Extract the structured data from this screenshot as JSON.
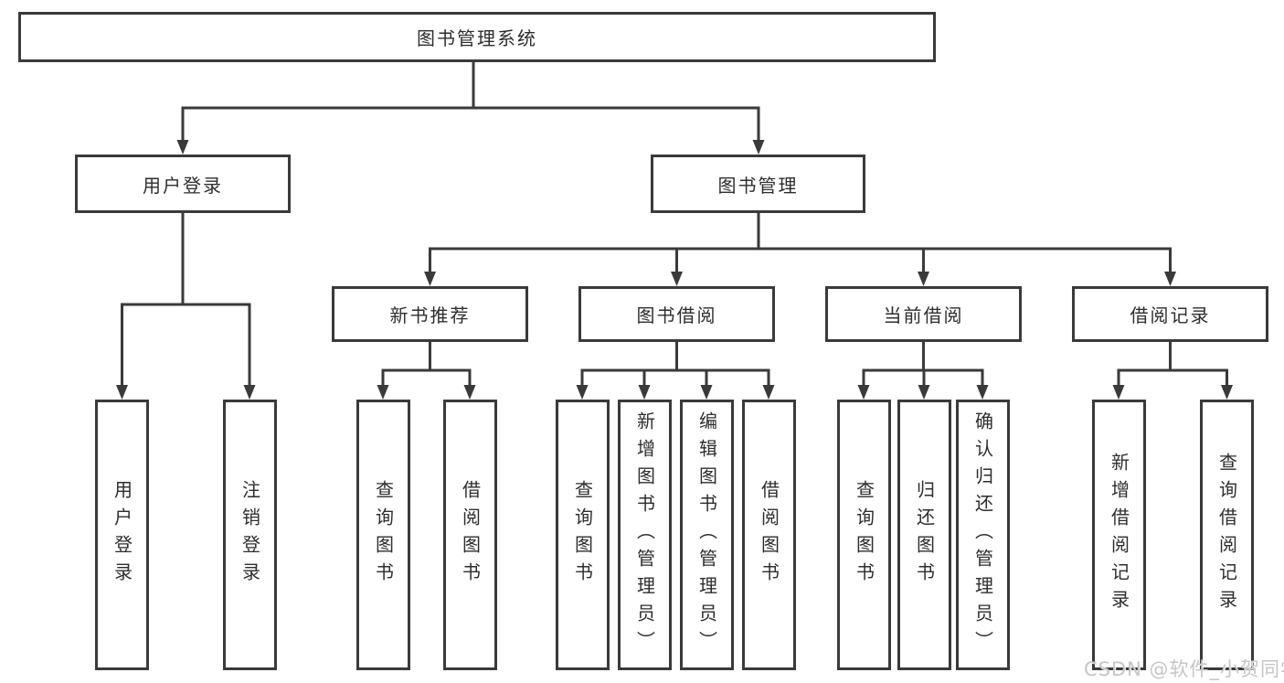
{
  "colors": {
    "background": "#ffffff",
    "line": "#3a3a3a",
    "text": "#2d2d2d",
    "watermark": "#c6c6c6"
  },
  "watermark": {
    "text": "CSDN @软件_小贺同学"
  },
  "nodes": {
    "root": "图书管理系统",
    "l2": [
      "用户登录",
      "图书管理"
    ],
    "l3": [
      "新书推荐",
      "图书借阅",
      "当前借阅",
      "借阅记录"
    ],
    "l4": [
      "用户登录",
      "注销登录",
      "查询图书",
      "借阅图书",
      "查询图书",
      "新增图书（管理员）",
      "编辑图书（管理员）",
      "借阅图书",
      "查询图书",
      "归还图书",
      "确认归还（管理员）",
      "新增借阅记录",
      "查询借阅记录"
    ]
  },
  "hierarchy": {
    "label": "图书管理系统",
    "children": [
      {
        "label": "用户登录",
        "children": [
          {
            "label": "用户登录"
          },
          {
            "label": "注销登录"
          }
        ]
      },
      {
        "label": "图书管理",
        "children": [
          {
            "label": "新书推荐",
            "children": [
              {
                "label": "查询图书"
              },
              {
                "label": "借阅图书"
              }
            ]
          },
          {
            "label": "图书借阅",
            "children": [
              {
                "label": "查询图书"
              },
              {
                "label": "新增图书（管理员）"
              },
              {
                "label": "编辑图书（管理员）"
              },
              {
                "label": "借阅图书"
              }
            ]
          },
          {
            "label": "当前借阅",
            "children": [
              {
                "label": "查询图书"
              },
              {
                "label": "归还图书"
              },
              {
                "label": "确认归还（管理员）"
              }
            ]
          },
          {
            "label": "借阅记录",
            "children": [
              {
                "label": "新增借阅记录"
              },
              {
                "label": "查询借阅记录"
              }
            ]
          }
        ]
      }
    ]
  }
}
